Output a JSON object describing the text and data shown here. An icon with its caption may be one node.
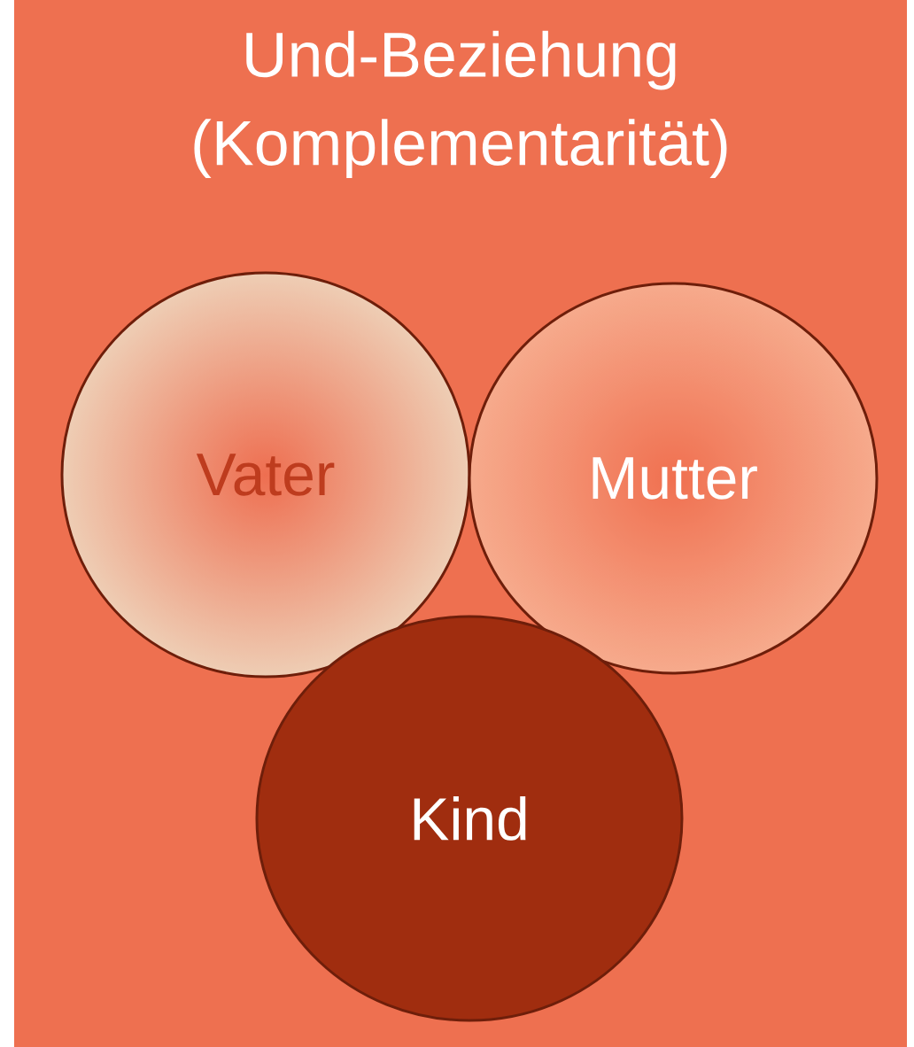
{
  "diagram": {
    "nodes": [
      {
        "text": [
          "Und-Beziehung (Komplementarität)"
        ]
      },
      {
        "text": [
          "Vater"
        ],
        "in": 0
      },
      {
        "text": [
          "Mutter"
        ],
        "in": 0
      },
      {
        "text": [
          "Kind"
        ],
        "in": 0
      }
    ]
  }
}
